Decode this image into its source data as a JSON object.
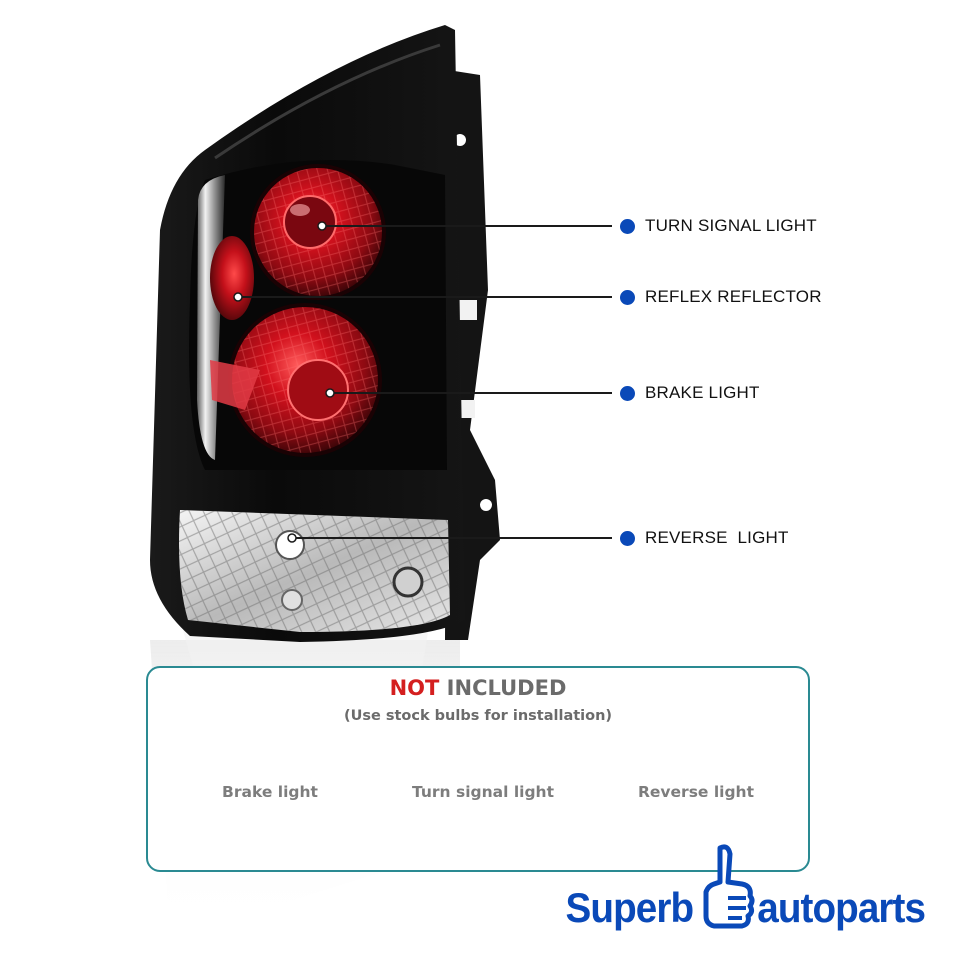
{
  "callouts": [
    {
      "label": "TURN SIGNAL LIGHT"
    },
    {
      "label": "REFLEX REFLECTOR"
    },
    {
      "label": "BRAKE LIGHT"
    },
    {
      "label": "REVERSE  LIGHT"
    }
  ],
  "notice": {
    "title_highlight": "NOT",
    "title_rest": " INCLUDED",
    "subtitle": "(Use stock bulbs for installation)",
    "bulbs": [
      "Brake light",
      "Turn signal light",
      "Reverse light"
    ]
  },
  "logo": {
    "word_left": "Superb",
    "word_right": "autoparts",
    "icon": "thumbs-up-icon"
  },
  "colors": {
    "accent_blue": "#0a49b8",
    "not_red": "#d41f1f",
    "frame_teal": "#2a8a92",
    "housing_black": "#0c0c0c",
    "lens_red": "#c0121e"
  }
}
